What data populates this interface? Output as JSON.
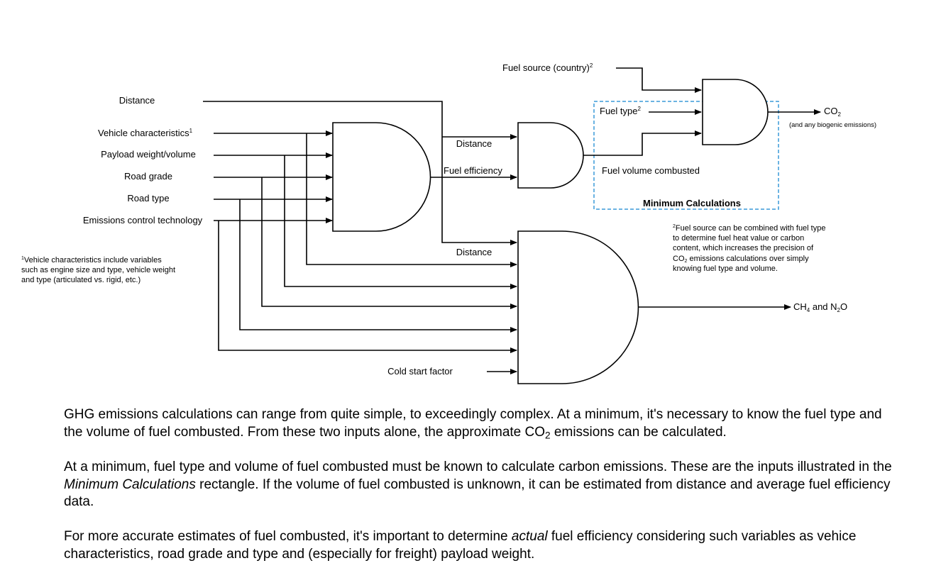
{
  "diagram": {
    "inputs": {
      "distance": "Distance",
      "vehicle": "Vehicle characteristics",
      "vehicle_sup": "1",
      "payload": "Payload weight/volume",
      "road_grade": "Road grade",
      "road_type": "Road type",
      "emissions_tech": "Emissions control technology",
      "cold_start": "Cold start factor",
      "fuel_source": "Fuel source (country)",
      "fuel_source_sup": "2",
      "fuel_type": "Fuel type",
      "fuel_type_sup": "2"
    },
    "intermediate": {
      "distance_a": "Distance",
      "fuel_efficiency": "Fuel efficiency",
      "distance_b": "Distance",
      "fuel_volume": "Fuel volume combusted"
    },
    "outputs": {
      "co2": "CO",
      "co2_sub": "2",
      "biogenic": "(and any biogenic emissions)",
      "ch4_a": "CH",
      "ch4_sub": "4",
      "ch4_b": " and N",
      "n2o_sub": "2",
      "ch4_c": "O"
    },
    "box_title": "Minimum Calculations",
    "box_color": "#3a9ad9",
    "footnote1": {
      "sup": "1",
      "lines": [
        "Vehicle characteristics include variables",
        "such as engine size and type, vehicle weight",
        "and type (articulated vs. rigid, etc.)"
      ]
    },
    "footnote2": {
      "sup": "2",
      "lines": [
        "Fuel source can be combined with fuel type",
        "to determine fuel heat value or carbon",
        "content, which increases the precision of"
      ],
      "line4_a": "CO",
      "line4_sub": "2",
      "line4_b": " emissions calculations over simply",
      "line5": "knowing fuel type and volume."
    }
  },
  "paragraphs": {
    "p1_a": "GHG emissions calculations can range from quite simple, to exceedingly complex. At a minimum, it's necessary to know the fuel type and the volume of fuel combusted. From these two inputs alone, the approximate CO",
    "p1_sub": "2",
    "p1_b": " emissions can be calculated.",
    "p2_a": "At a minimum, fuel type and volume of fuel combusted must be known to calculate carbon emissions. These are the inputs illustrated in the ",
    "p2_em": "Minimum Calculations",
    "p2_b": " rectangle. If the volume of fuel combusted is unknown, it can be estimated from distance and average fuel efficiency data.",
    "p3_a": "For more accurate estimates of fuel combusted, it's important to determine ",
    "p3_em": "actual",
    "p3_b": " fuel efficiency considering such variables as vehice characteristics, road grade and type and (especially for freight) payload weight."
  }
}
